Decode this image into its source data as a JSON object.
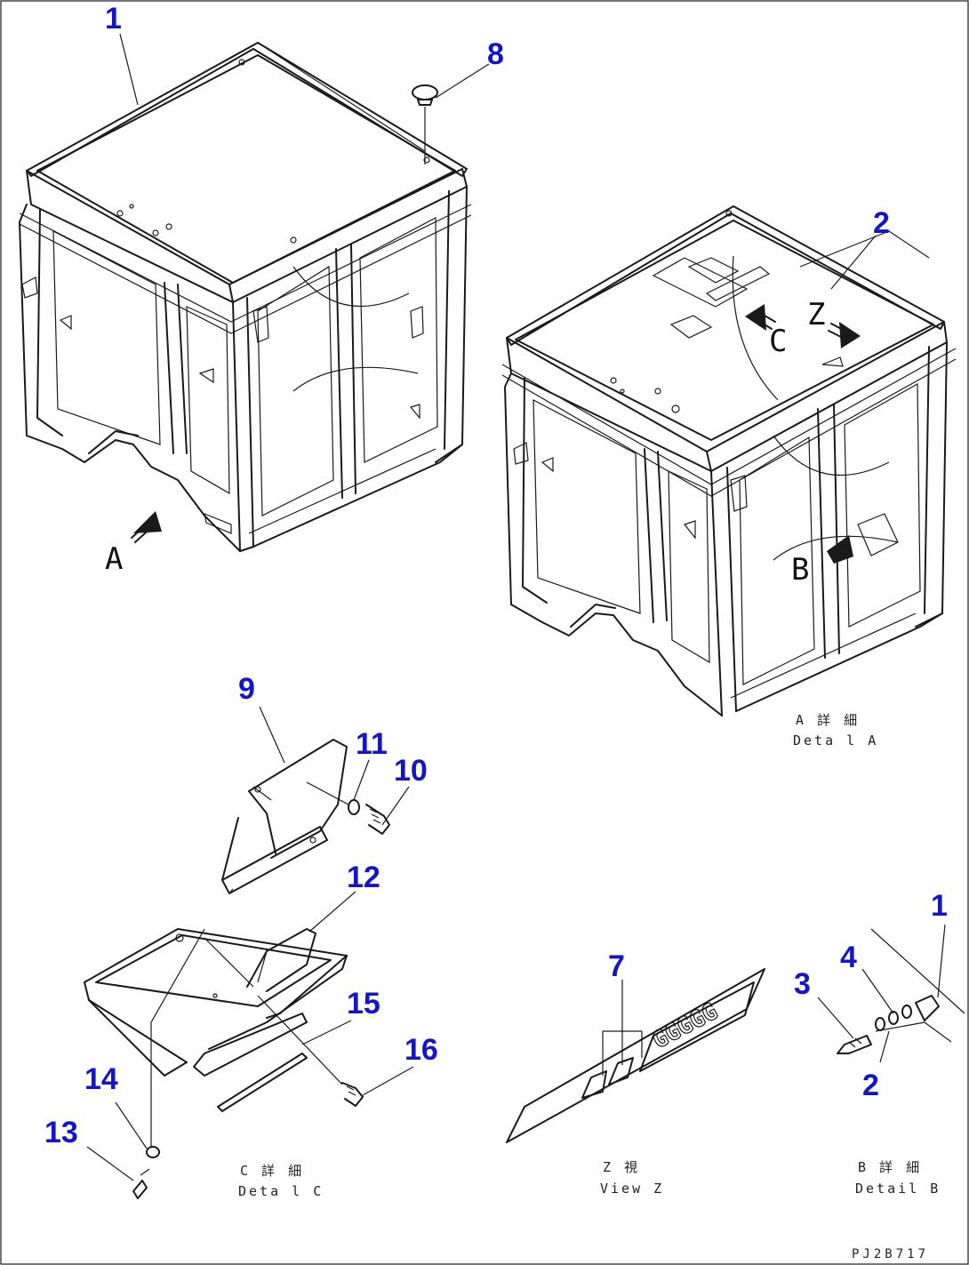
{
  "callouts": {
    "c1_top": "1",
    "c8": "8",
    "c2_top": "2",
    "c9": "9",
    "c11": "11",
    "c10": "10",
    "c12": "12",
    "c15": "15",
    "c16": "16",
    "c14": "14",
    "c13": "13",
    "c7": "7",
    "c3": "3",
    "c4": "4",
    "c1_detail": "1",
    "c2_detail": "2"
  },
  "view_letters": {
    "a": "A",
    "c": "C",
    "z": "Z",
    "b": "B"
  },
  "captions": {
    "detail_a_jp": "A 詳 細",
    "detail_a_en": "Deta l A",
    "detail_c_jp": "C 詳 細",
    "detail_c_en": "Deta l C",
    "view_z_jp": "Z 視",
    "view_z_en": "View Z",
    "detail_b_jp": "B 詳 細",
    "detail_b_en": "Detail B"
  },
  "drawing_code": "PJ2B717",
  "colors": {
    "callout": "#1414c8",
    "line": "#1a1a1a"
  }
}
